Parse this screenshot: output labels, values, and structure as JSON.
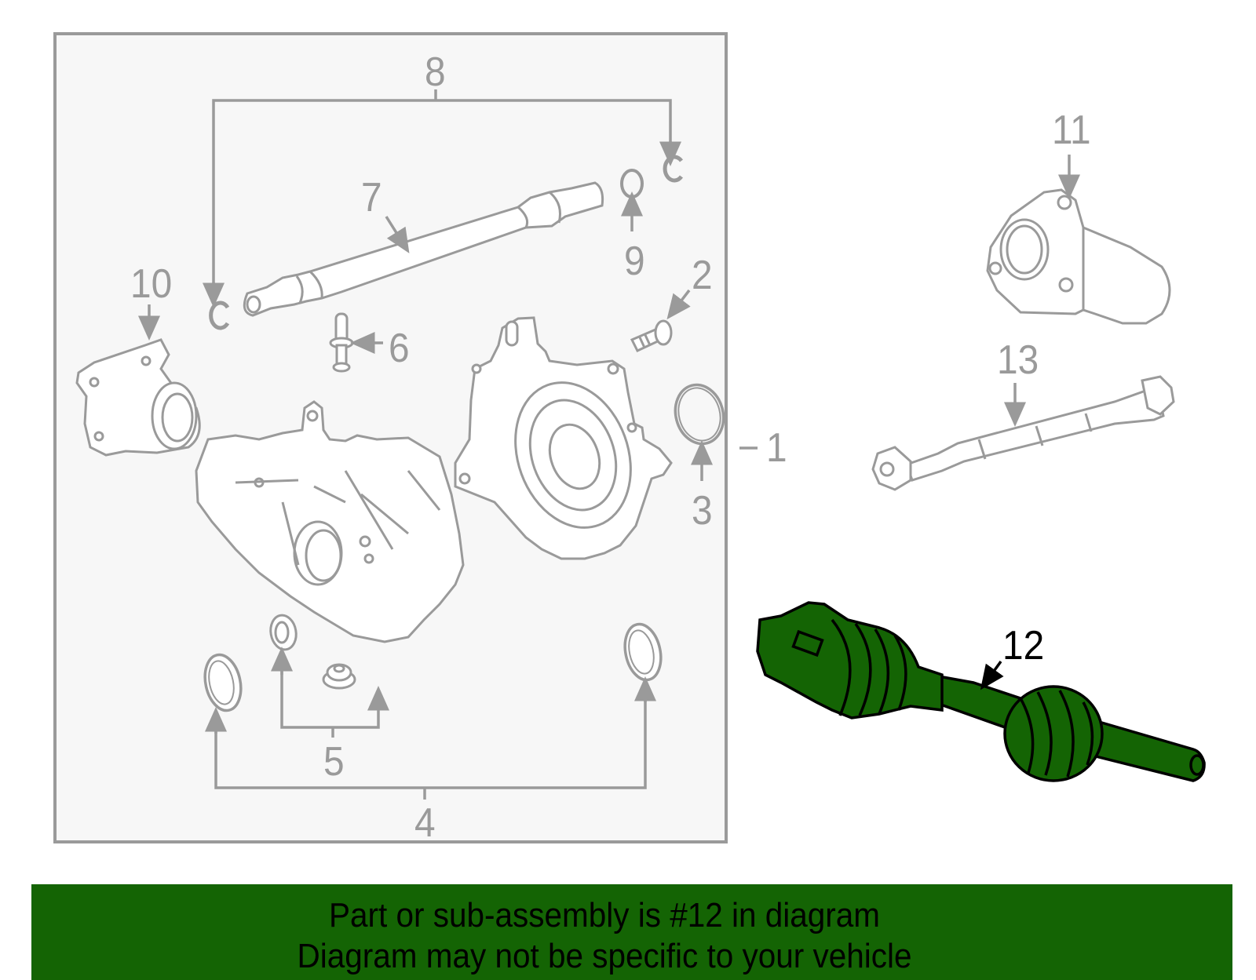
{
  "diagram": {
    "colors": {
      "frame_fill": "#f7f7f7",
      "frame_stroke": "#9a9a9a",
      "part_stroke": "#9a9a9a",
      "part_fill": "#ffffff",
      "highlight_fill": "#146404",
      "highlight_stroke": "#000000"
    },
    "callouts": [
      {
        "id": "1",
        "label": "1"
      },
      {
        "id": "2",
        "label": "2"
      },
      {
        "id": "3",
        "label": "3"
      },
      {
        "id": "4",
        "label": "4"
      },
      {
        "id": "5",
        "label": "5"
      },
      {
        "id": "6",
        "label": "6"
      },
      {
        "id": "7",
        "label": "7"
      },
      {
        "id": "8",
        "label": "8"
      },
      {
        "id": "9",
        "label": "9"
      },
      {
        "id": "10",
        "label": "10"
      },
      {
        "id": "11",
        "label": "11"
      },
      {
        "id": "12",
        "label": "12"
      },
      {
        "id": "13",
        "label": "13"
      }
    ],
    "highlighted_part": "12"
  },
  "banner": {
    "line1": "Part or sub-assembly is #12 in diagram",
    "line2": "Diagram may not be specific to your vehicle",
    "background": "#146404"
  }
}
